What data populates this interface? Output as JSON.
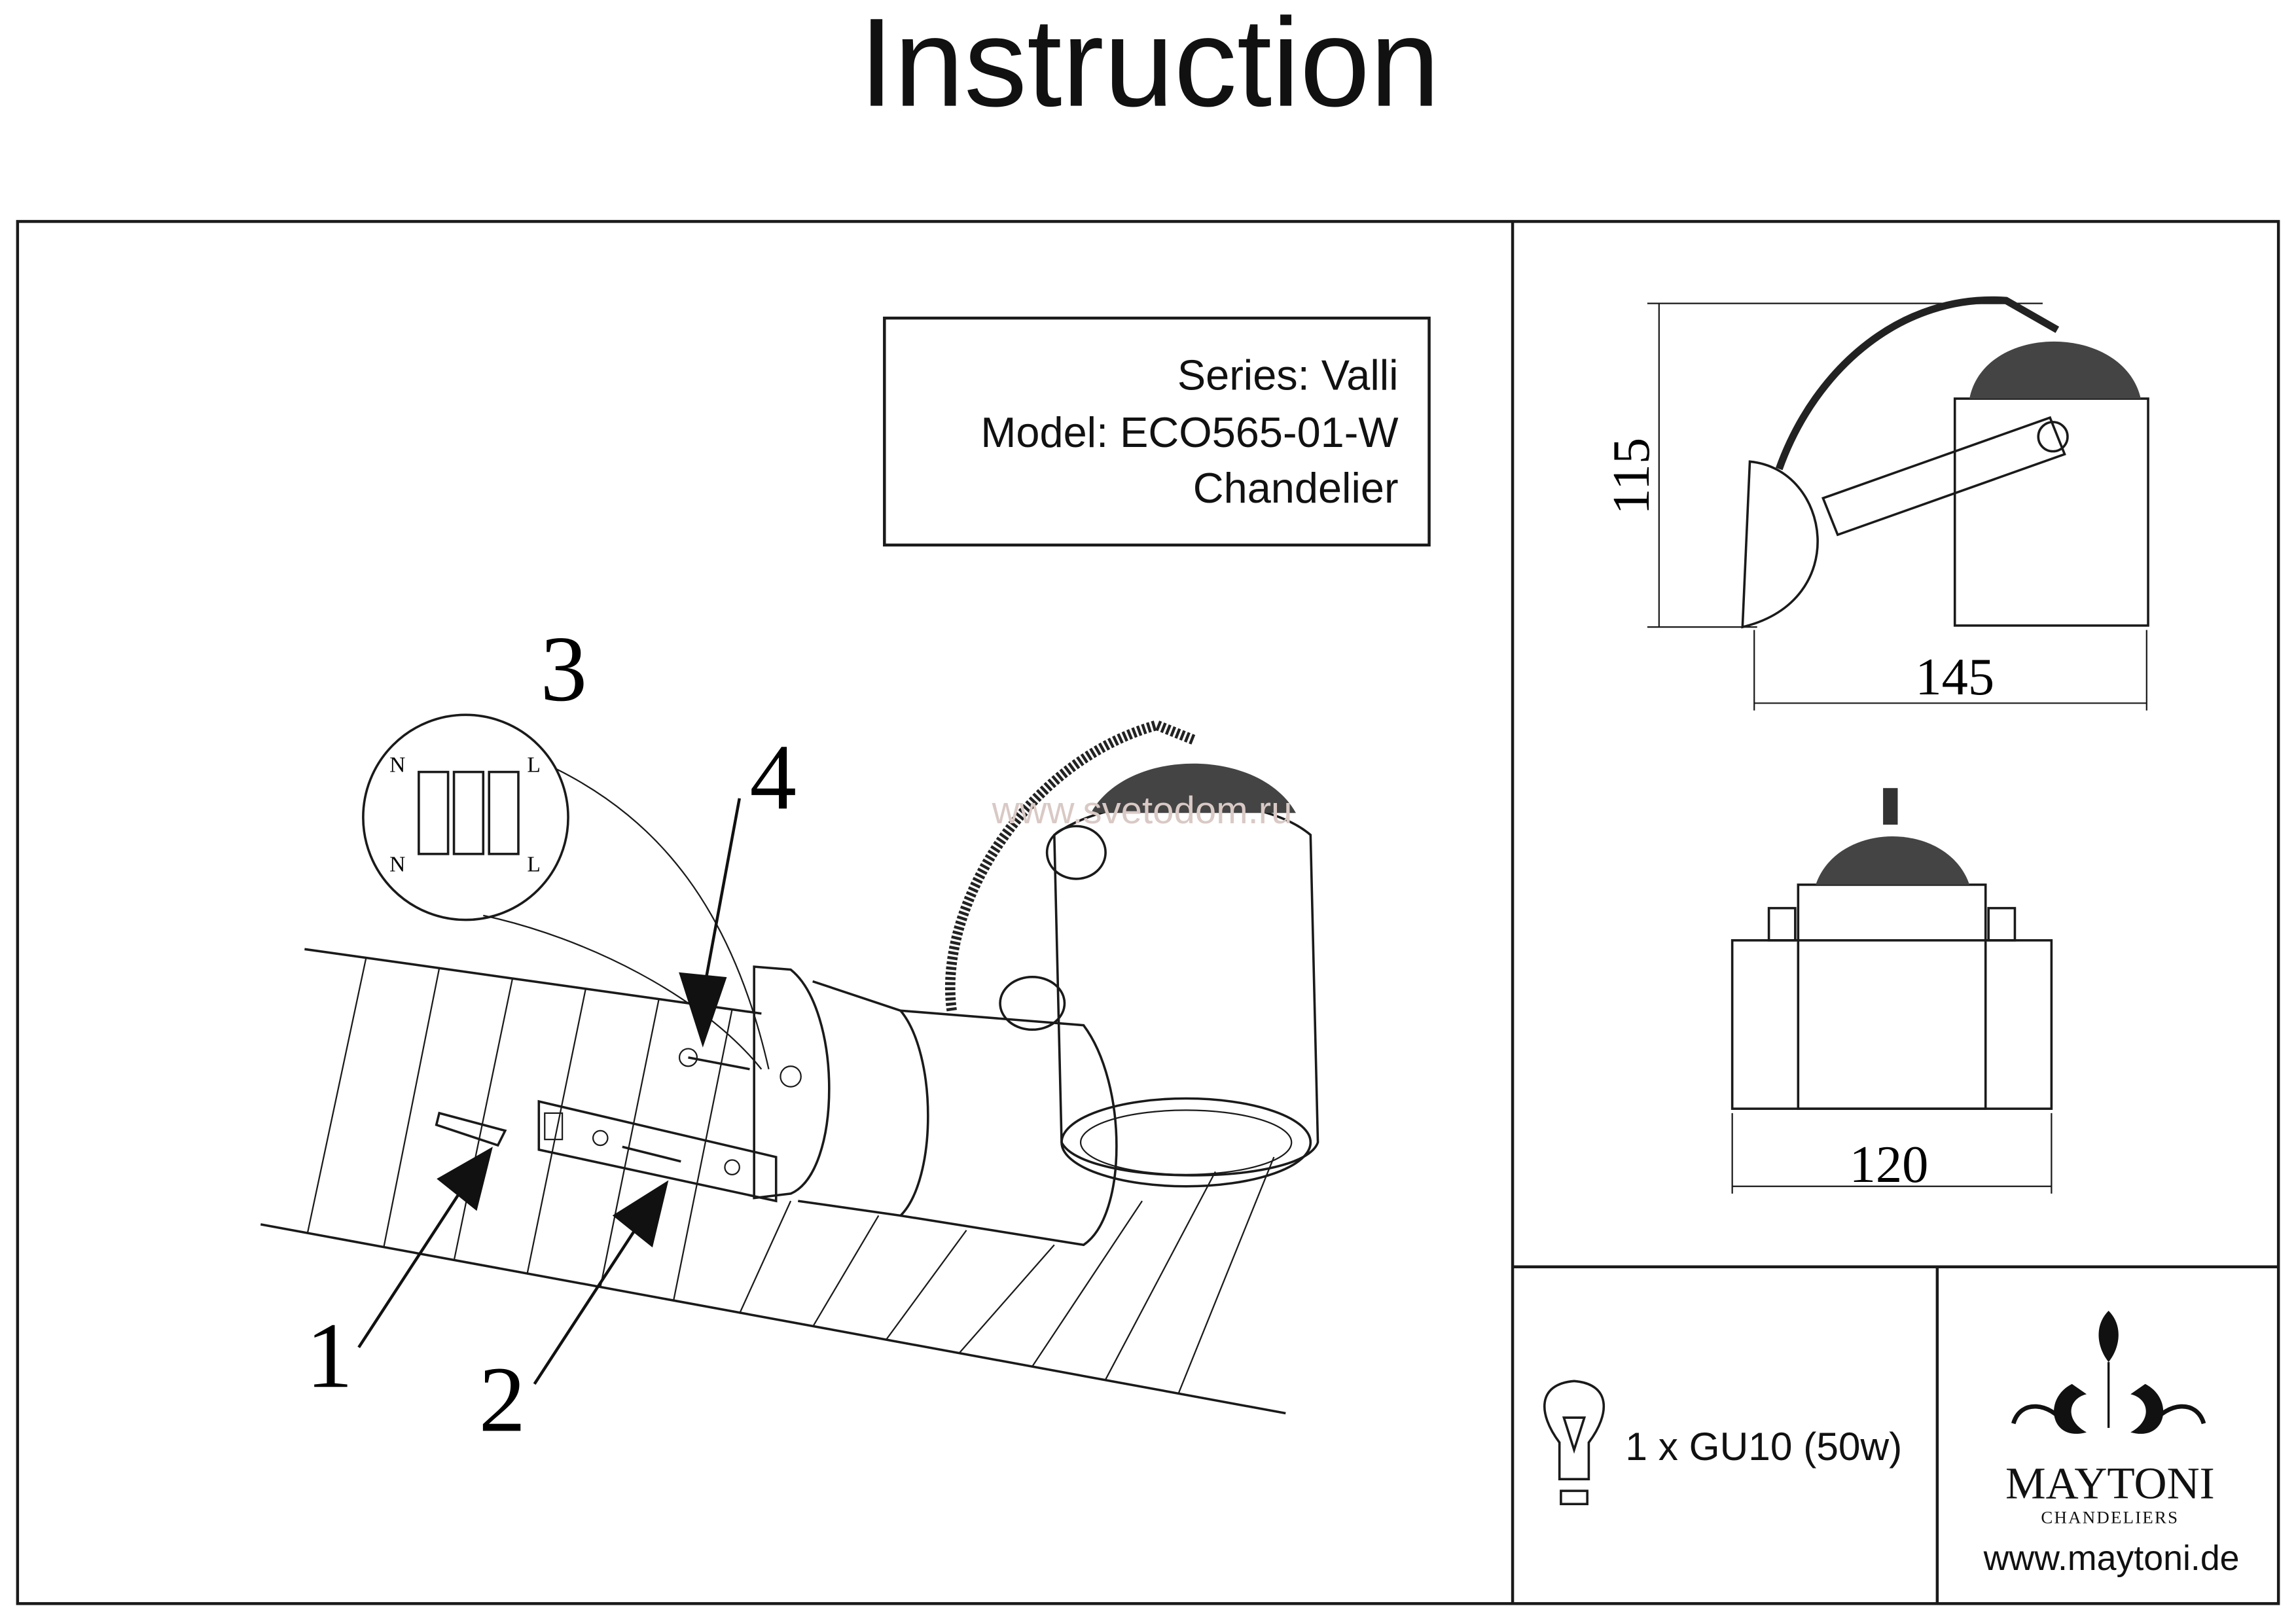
{
  "title": "Instruction",
  "info_box": {
    "series": "Series: Valli",
    "model": "Model: ECO565-01-W",
    "type": "Chandelier"
  },
  "steps": [
    "1",
    "2",
    "3",
    "4"
  ],
  "terminal_labels": {
    "neutral": "N",
    "live": "L"
  },
  "dimensions": {
    "height": "115",
    "depth": "145",
    "width": "120"
  },
  "bulb": {
    "icon": "light-bulb-icon",
    "text": "1 x GU10 (50w)"
  },
  "brand": {
    "name": "MAYTONI",
    "subtitle": "CHANDELIERS",
    "website": "www.maytoni.de"
  },
  "watermark": "www.svetodom.ru"
}
